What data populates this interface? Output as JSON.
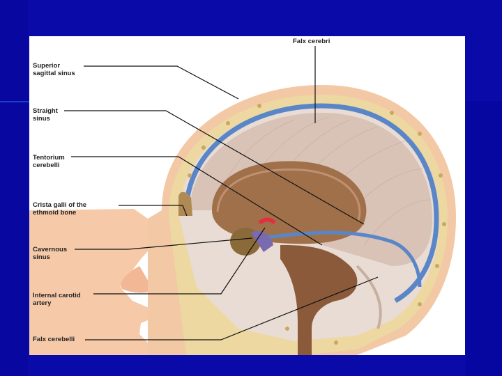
{
  "labels": {
    "falx_cerebri": "Falx cerebri",
    "superior_sagittal_sinus": [
      "Superior",
      "sagittal sinus"
    ],
    "straight_sinus": [
      "Straight",
      "sinus"
    ],
    "tentorium_cerebelli": [
      "Tentorium",
      "cerebelli"
    ],
    "crista_galli": [
      "Crista galli of the",
      "ethmoid bone"
    ],
    "cavernous_sinus": [
      "Cavernous",
      "sinus"
    ],
    "internal_carotid_artery": [
      "Internal carotid",
      "artery"
    ],
    "falx_cerebelli": "Falx cerebelli"
  },
  "colors": {
    "background": "#0a0aa8",
    "skin": "#f6c9a8",
    "bone": "#ecd8a0",
    "dura": "#d9c2b6",
    "sinus": "#5a86c8",
    "artery": "#e03040",
    "cavity": "#8a5a3a"
  }
}
